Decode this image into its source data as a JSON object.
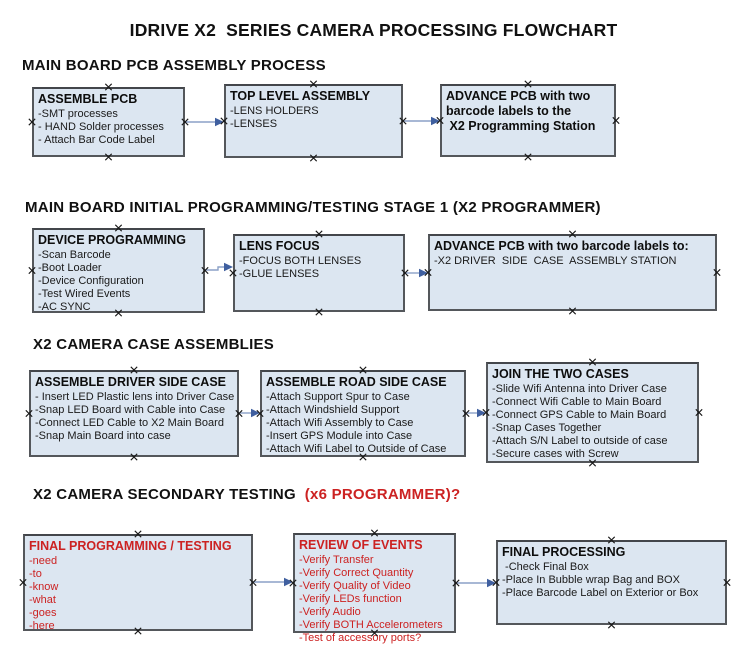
{
  "title": "IDRIVE X2  SERIES CAMERA PROCESSING FLOWCHART",
  "colors": {
    "box_fill": "#dce6f1",
    "box_border": "#54575b",
    "red_text": "#cc2222",
    "arrow_line": "#8ba1c7",
    "arrow_head": "#3f5f9f",
    "marker": "#1a1a1a"
  },
  "sections": [
    {
      "heading": "MAIN BOARD PCB ASSEMBLY PROCESS",
      "boxes": [
        {
          "id": "assemble-pcb",
          "title": "ASSEMBLE PCB",
          "items": [
            "-SMT processes",
            "- HAND Solder processes",
            "- Attach Bar Code Label"
          ]
        },
        {
          "id": "top-level-assembly",
          "title": "TOP LEVEL ASSEMBLY",
          "items": [
            "-LENS HOLDERS",
            "-LENSES"
          ]
        },
        {
          "id": "advance-pcb-to-programming-station",
          "title": "ADVANCE PCB with two\nbarcode labels to the\n X2 Programming Station",
          "items": []
        }
      ]
    },
    {
      "heading": "MAIN BOARD INITIAL PROGRAMMING/TESTING STAGE 1 (X2 PROGRAMMER)",
      "boxes": [
        {
          "id": "device-programming",
          "title": "DEVICE PROGRAMMING",
          "items": [
            "-Scan Barcode",
            "-Boot Loader",
            "-Device Configuration",
            "-Test Wired Events",
            "-AC SYNC"
          ]
        },
        {
          "id": "lens-focus",
          "title": "LENS FOCUS",
          "items": [
            "-FOCUS BOTH LENSES",
            "-GLUE LENSES"
          ]
        },
        {
          "id": "advance-pcb-to-assembly-station",
          "title": "ADVANCE PCB with two barcode labels to:",
          "items": [
            "-X2 DRIVER  SIDE  CASE  ASSEMBLY STATION"
          ]
        }
      ]
    },
    {
      "heading": "X2 CAMERA CASE ASSEMBLIES",
      "boxes": [
        {
          "id": "assemble-driver-side-case",
          "title": "ASSEMBLE DRIVER SIDE CASE",
          "items": [
            "- Insert LED Plastic lens into Driver Case",
            "-Snap LED Board with Cable into Case",
            "-Connect LED Cable to X2 Main Board",
            "-Snap Main Board into case"
          ]
        },
        {
          "id": "assemble-road-side-case",
          "title": "ASSEMBLE ROAD SIDE CASE",
          "items": [
            "-Attach Support Spur to Case",
            "-Attach Windshield Support",
            "-Attach Wifi Assembly to Case",
            "-Insert GPS Module into Case",
            "-Attach Wifi Label to Outside of Case"
          ]
        },
        {
          "id": "join-the-two-cases",
          "title": "JOIN THE TWO CASES",
          "items": [
            "-Slide Wifi Antenna into Driver Case",
            "-Connect Wifi Cable to Main Board",
            "-Connect GPS Cable to Main Board",
            "-Snap Cases Together",
            "-Attach S/N Label to outside of case",
            "-Secure cases with Screw"
          ]
        }
      ]
    },
    {
      "heading": "X2 CAMERA SECONDARY TESTING ",
      "heading_red": " (x6 PROGRAMMER)?",
      "boxes": [
        {
          "id": "final-programming-testing",
          "title": "FINAL PROGRAMMING / TESTING",
          "red": true,
          "items": [
            "-need",
            "-to",
            "-know",
            "-what",
            "-goes",
            "-here"
          ]
        },
        {
          "id": "review-of-events",
          "title": "REVIEW OF EVENTS",
          "red": true,
          "items": [
            "-Verify Transfer",
            "-Verify Correct Quantity",
            "-Verify Quality of Video",
            "-Verify LEDs function",
            "-Verify Audio",
            "-Verify BOTH Accelerometers",
            "-Test of accessory ports?"
          ]
        },
        {
          "id": "final-processing",
          "title": "FINAL PROCESSING",
          "items": [
            " -Check Final Box",
            "-Place In Bubble wrap Bag and BOX",
            "-Place Barcode Label on Exterior or Box"
          ]
        }
      ]
    }
  ]
}
